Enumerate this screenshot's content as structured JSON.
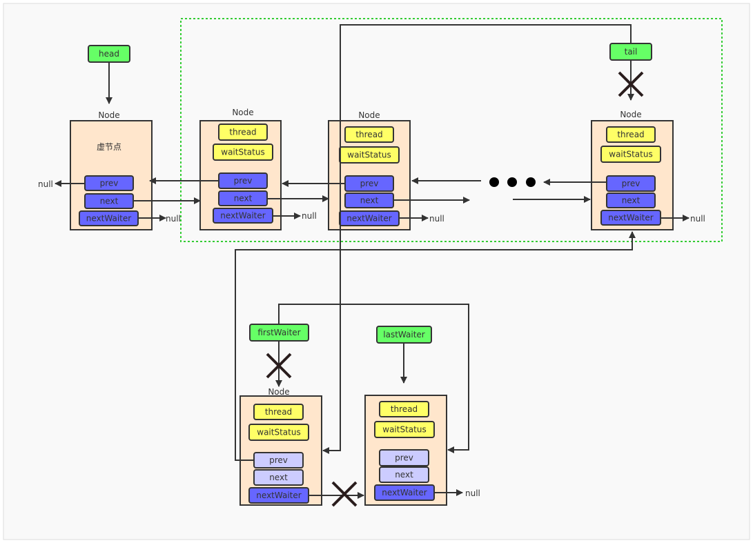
{
  "colors": {
    "pointer": "#66ff66",
    "node_body": "#ffe6cc",
    "field_yellow": "#ffff66",
    "field_blue": "#6666ff",
    "field_lavender": "#ccccff",
    "region_border": "#33cc33",
    "line": "#333333"
  },
  "pointers": {
    "head": "head",
    "tail": "tail",
    "firstWaiter": "firstWaiter",
    "lastWaiter": "lastWaiter"
  },
  "node_label": "Node",
  "dummy_label": "虚节点",
  "null_label": "null",
  "fields": {
    "thread": "thread",
    "waitStatus": "waitStatus",
    "prev": "prev",
    "next": "next",
    "nextWaiter": "nextWaiter"
  },
  "nodes": [
    {
      "id": "dummy",
      "labeled": true,
      "dummy": true,
      "fields": [
        "prev",
        "next",
        "nextWaiter"
      ]
    },
    {
      "id": "n1",
      "labeled": true,
      "fields": [
        "thread",
        "waitStatus",
        "prev",
        "next",
        "nextWaiter"
      ]
    },
    {
      "id": "n2",
      "labeled": true,
      "fields": [
        "thread",
        "waitStatus",
        "prev",
        "next",
        "nextWaiter"
      ]
    },
    {
      "id": "n3",
      "labeled": true,
      "fields": [
        "thread",
        "waitStatus",
        "prev",
        "next",
        "nextWaiter"
      ]
    },
    {
      "id": "c1",
      "labeled": true,
      "fields": [
        "thread",
        "waitStatus",
        "prev",
        "next",
        "nextWaiter"
      ],
      "inactive": [
        "prev",
        "next"
      ]
    },
    {
      "id": "c2",
      "labeled": false,
      "fields": [
        "thread",
        "waitStatus",
        "prev",
        "next",
        "nextWaiter"
      ],
      "inactive": [
        "prev",
        "next"
      ]
    }
  ]
}
